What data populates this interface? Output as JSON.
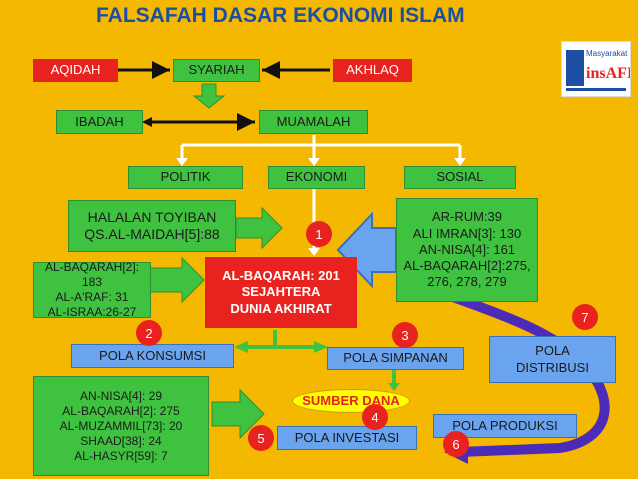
{
  "title": "FALSAFAH DASAR EKONOMI ISLAM",
  "top_row": {
    "aqidah": "AQIDAH",
    "syariah": "SYARIAH",
    "akhlaq": "AKHLAQ"
  },
  "second_row": {
    "ibadah": "IBADAH",
    "muamalah": "MUAMALAH"
  },
  "third_row": {
    "politik": "POLITIK",
    "ekonomi": "EKONOMI",
    "sosial": "SOSIAL"
  },
  "halalan": "HALALAN TOYIBAN\nQS.AL-MAIDAH[5]:88",
  "ar_rum": "AR-RUM:39\nALI IMRAN[3]: 130\nAN-NISA[4]: 161\nAL-BAQARAH[2]:275,\n276, 278, 279",
  "al_baqarah_left": "AL-BAQARAH[2]: 183\nAL-A'RAF: 31\nAL-ISRAA:26-27",
  "center": "AL-BAQARAH: 201\nSEJAHTERA\nDUNIA AKHIRAT",
  "pola_konsumsi": "POLA KONSUMSI",
  "pola_simpanan": "POLA SIMPANAN",
  "pola_distribusi": "POLA\nDISTRIBUSI",
  "an_nisa": "AN-NISA[4]: 29\nAL-BAQARAH[2]: 275\nAL-MUZAMMIL[73]: 20\nSHAAD[38]: 24\nAL-HASYR[59]: 7",
  "sumber_dana": "SUMBER DANA",
  "pola_investasi": "POLA INVESTASI",
  "pola_produksi": "POLA PRODUKSI",
  "numbers": [
    "1",
    "2",
    "3",
    "4",
    "5",
    "6",
    "7"
  ],
  "logo": {
    "top": "Masyarakat",
    "main": "insAFI"
  },
  "colors": {
    "background": "#f5b800",
    "red": "#e8231f",
    "green": "#3fc23f",
    "blue": "#6aa3ee",
    "title": "#1c4fa3",
    "connector": "#ffffff",
    "purple_arrow": "#4b2bb8"
  }
}
